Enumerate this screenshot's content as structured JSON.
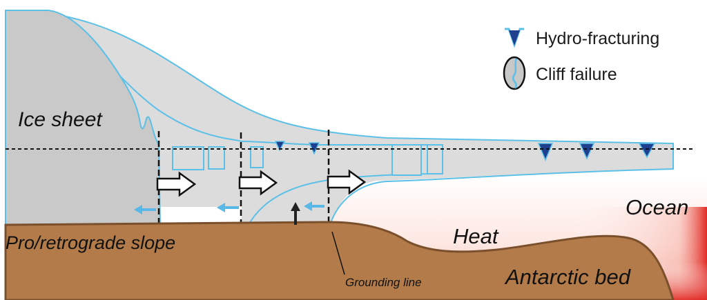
{
  "labels": {
    "ice_sheet": "Ice sheet",
    "ocean": "Ocean",
    "heat": "Heat",
    "slope": "Pro/retrograde slope",
    "grounding_line": "Grounding line",
    "bed": "Antarctic bed"
  },
  "legend": {
    "hydro": "Hydro-fracturing",
    "cliff": "Cliff failure"
  },
  "colors": {
    "ice_outline": "#5bc0e8",
    "ice_dark_fill": "#c8c8c8",
    "ice_light_fill": "#dedede",
    "bed_fill": "#b07a48",
    "bed_outline": "#7a4f2c",
    "ocean_heat": "#e83030",
    "crevasse": "#1f3f8f",
    "flow_arrow": "#5ab8e6"
  }
}
